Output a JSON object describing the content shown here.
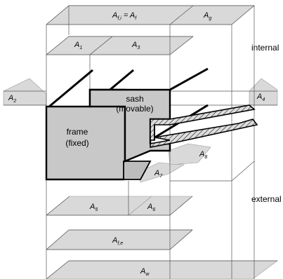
{
  "areas": {
    "a1": {
      "main": "A",
      "sub": "1"
    },
    "a2": {
      "main": "A",
      "sub": "2"
    },
    "a3": {
      "main": "A",
      "sub": "3"
    },
    "a4": {
      "main": "A",
      "sub": "4"
    },
    "a5": {
      "main": "A",
      "sub": "5"
    },
    "a6": {
      "main": "A",
      "sub": "6"
    },
    "a7": {
      "main": "A",
      "sub": "7"
    },
    "a8": {
      "main": "A",
      "sub": "8"
    },
    "afi": {
      "main": "A",
      "sub": "f,i",
      "eq": " = A",
      "eq_sub": "f"
    },
    "ag": {
      "main": "A",
      "sub": "g"
    },
    "afe": {
      "main": "A",
      "sub": "f,e"
    },
    "aw": {
      "main": "A",
      "sub": "w"
    }
  },
  "zones": {
    "internal": "internal",
    "external": "external"
  },
  "parts": {
    "frame_line1": "frame",
    "frame_line2": "(fixed)",
    "sash_line1": "sash",
    "sash_line2": "(movable)"
  },
  "colors": {
    "plane_fill": "#d9d9d9",
    "body_fill": "#c8c8c8",
    "hatch_fill": "#cfcfcf",
    "line": "#000000",
    "thin_line": "#555555"
  }
}
